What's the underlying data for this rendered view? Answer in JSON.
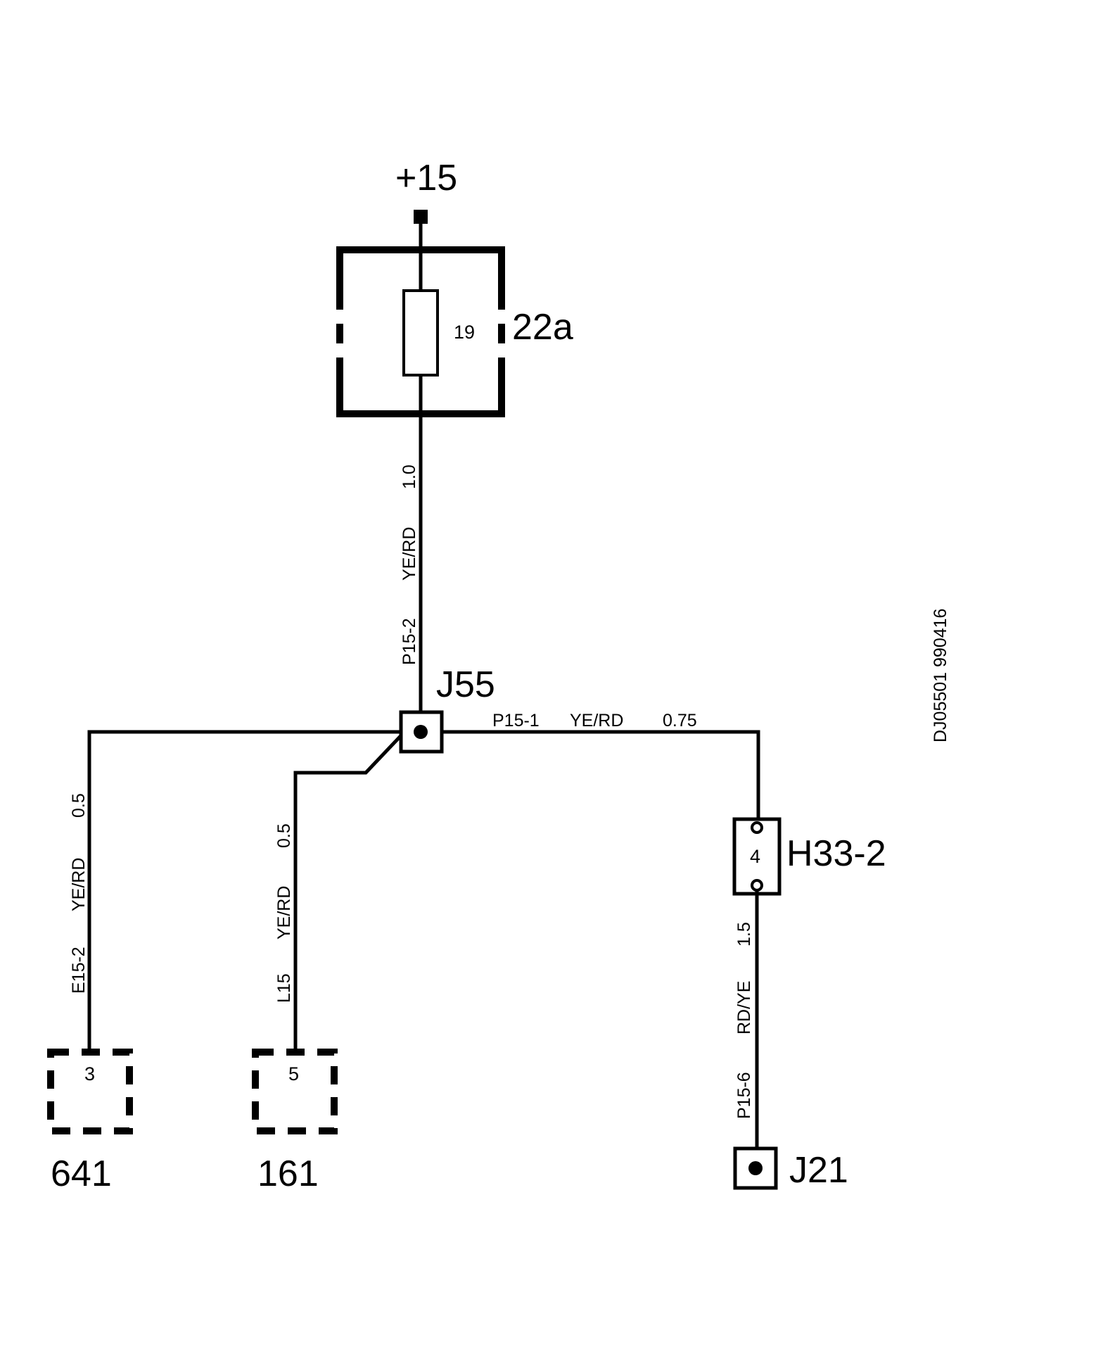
{
  "supply": "+15",
  "fuse_box": {
    "id": "22a",
    "fuse_number": "19"
  },
  "wire_top": {
    "code": "P15-2",
    "color": "YE/RD",
    "size": "1.0"
  },
  "junction_main": "J55",
  "wire_right": {
    "code": "P15-1",
    "color": "YE/RD",
    "size": "0.75"
  },
  "connector": {
    "id": "H33-2",
    "pin": "4"
  },
  "wire_lower_right": {
    "code": "P15-6",
    "color": "RD/YE",
    "size": "1.5"
  },
  "junction_end": "J21",
  "wire_left": {
    "code": "E15-2",
    "color": "YE/RD",
    "size": "0.5"
  },
  "wire_middle": {
    "code": "L15",
    "color": "YE/RD",
    "size": "0.5"
  },
  "component_left": {
    "id": "641",
    "pin": "3"
  },
  "component_middle": {
    "id": "161",
    "pin": "5"
  },
  "drawing_ref": "DJ05501 990416"
}
